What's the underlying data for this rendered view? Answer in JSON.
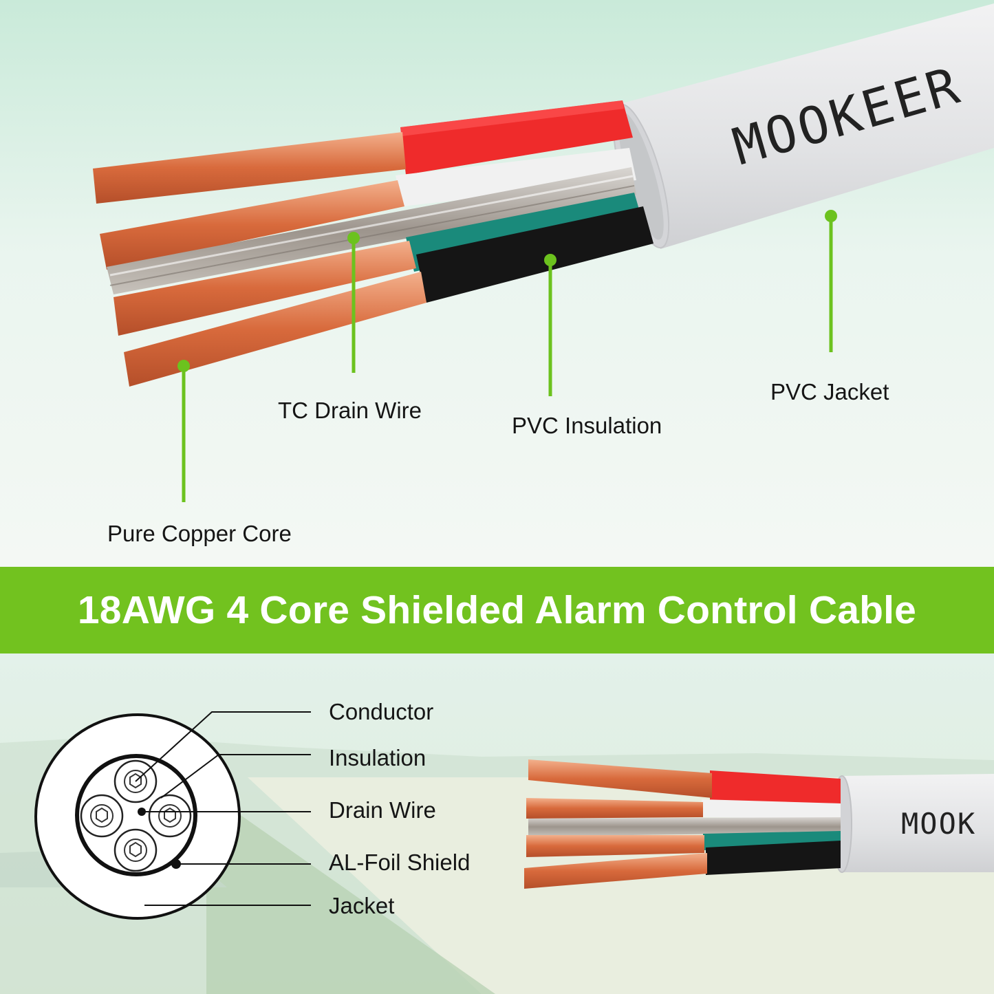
{
  "top_labels": {
    "drain_wire": "TC Drain Wire",
    "insulation": "PVC Insulation",
    "jacket": "PVC Jacket",
    "copper_core": "Pure Copper Core"
  },
  "banner": {
    "title": "18AWG 4 Core Shielded Alarm Control Cable"
  },
  "cross_section": {
    "labels": [
      "Conductor",
      "Insulation",
      "Drain Wire",
      "AL-Foil Shield",
      "Jacket"
    ]
  },
  "brand_top": "MOOKEER",
  "brand_bottom": "MOOK",
  "colors": {
    "accent_green": "#72c21f",
    "callout_green": "#6cc21e",
    "wire_red": "#ee2b2b",
    "wire_green": "#1c8a7c",
    "wire_black": "#141414",
    "jacket_gray": "#e3e4e6",
    "copper": "#d9754a"
  }
}
